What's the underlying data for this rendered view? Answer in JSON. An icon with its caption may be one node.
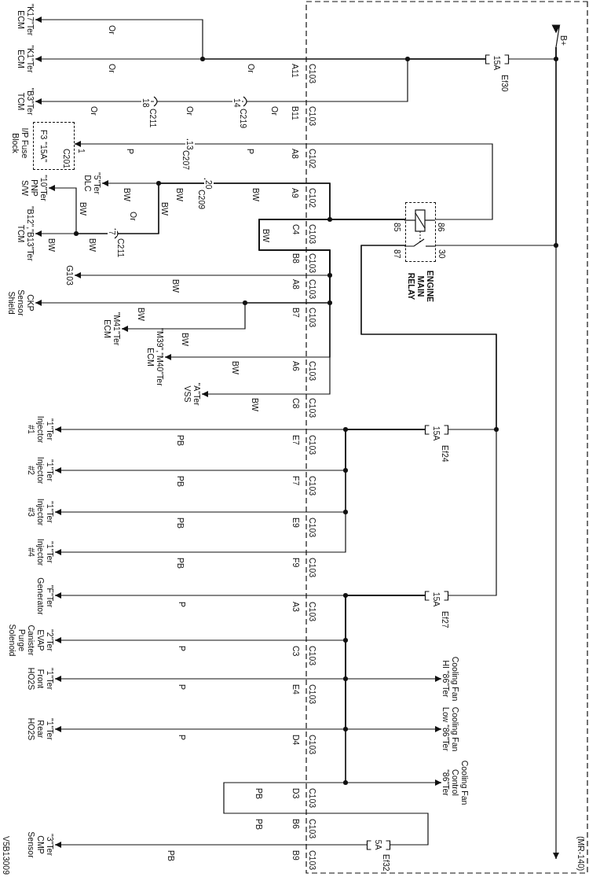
{
  "diagram": {
    "nodes": [
      {
        "text": [
          "B+"
        ]
      },
      {
        "text": [
          "15A"
        ],
        "beside": [
          "Ef30"
        ]
      },
      {
        "text": [
          "\"K17\"Ter ECM"
        ]
      },
      {
        "text": [
          "\"K1\"Ter ECM"
        ]
      },
      {
        "text": [
          "\"B3\"Ter TCM"
        ]
      },
      {
        "text": [
          "F3 \"15A\"",
          "C201"
        ],
        "beside": [
          "I/P Fuse Block",
          "1"
        ]
      },
      {
        "text": [
          "\"5\"Ter DLC"
        ]
      },
      {
        "text": [
          "\"10\"Ter PNP S/W"
        ]
      },
      {
        "text": [
          "\"B12\",\"B13\"Ter TCM"
        ]
      },
      {
        "text": [],
        "shape": "box",
        "beside": [
          "85",
          "86",
          "87",
          "30",
          "ENGINE MAIN RELAY"
        ]
      },
      {
        "text": [
          "G103"
        ]
      },
      {
        "text": [
          "CKP Sensor Shield"
        ]
      },
      {
        "text": [
          "\"M41\"Ter ECM"
        ]
      },
      {
        "text": [
          "\"M39\",\"M40\"Ter ECM"
        ]
      },
      {
        "text": [
          "\"A\"Ter VSS"
        ]
      },
      {
        "text": [
          "15A"
        ],
        "beside": [
          "Ef24"
        ]
      },
      {
        "text": [
          "\"1\"Ter Injector #1"
        ]
      },
      {
        "text": [
          "\"1\"Ter Injector #2"
        ]
      },
      {
        "text": [
          "\"1\"Ter Injector #3"
        ]
      },
      {
        "text": [
          "\"1\"Ter Injector #4"
        ]
      },
      {
        "text": [
          "15A"
        ],
        "beside": [
          "Ef27"
        ]
      },
      {
        "text": [
          "\"F\"Ter Generator"
        ]
      },
      {
        "text": [
          "\"2\"Ter EVAP Canister Purge Solenoid"
        ]
      },
      {
        "text": [
          "\"1\"Ter Front HO2S"
        ]
      },
      {
        "text": [
          "Cooling Fan HI \"86\"Ter"
        ]
      },
      {
        "text": [
          "\"1\"Ter Rear HO2S"
        ]
      },
      {
        "text": [
          "Cooling Fan Low \"86\"Ter"
        ]
      },
      {
        "text": [
          "Cooling Fan Control \"86\"Ter"
        ]
      },
      {
        "text": [
          "5A"
        ],
        "beside": [
          "Ef32"
        ]
      },
      {
        "text": [
          "\"3\"Ter CMP Sensor"
        ]
      }
    ],
    "edges": [
      {
        "from": 0,
        "to": null,
        "arrow": "to"
      },
      {
        "from": 0,
        "to": 1,
        "arrow": "none"
      },
      {
        "from": 1,
        "to": 3,
        "arrow": "to"
      },
      {
        "from": 1,
        "to": 2,
        "arrow": "to"
      },
      {
        "from": 1,
        "to": 4,
        "arrow": "to"
      },
      {
        "from": 9,
        "to": 5,
        "arrow": "to"
      },
      {
        "from": 9,
        "to": 6,
        "arrow": "to"
      },
      {
        "from": 9,
        "to": 7,
        "arrow": "to"
      },
      {
        "from": 9,
        "to": 8,
        "arrow": "to"
      },
      {
        "from": 9,
        "to": 10,
        "arrow": "to"
      },
      {
        "from": 9,
        "to": 11,
        "arrow": "to"
      },
      {
        "from": 9,
        "to": 12,
        "arrow": "to"
      },
      {
        "from": 9,
        "to": 13,
        "arrow": "to"
      },
      {
        "from": 9,
        "to": 14,
        "arrow": "to"
      },
      {
        "from": 0,
        "to": 9,
        "arrow": "none"
      },
      {
        "from": 9,
        "to": 15,
        "arrow": "none"
      },
      {
        "from": 9,
        "to": 20,
        "arrow": "none"
      },
      {
        "from": 15,
        "to": 16,
        "arrow": "to"
      },
      {
        "from": 15,
        "to": 17,
        "arrow": "to"
      },
      {
        "from": 15,
        "to": 18,
        "arrow": "to"
      },
      {
        "from": 15,
        "to": 19,
        "arrow": "to"
      },
      {
        "from": 20,
        "to": 21,
        "arrow": "to"
      },
      {
        "from": 20,
        "to": 22,
        "arrow": "to"
      },
      {
        "from": 20,
        "to": 23,
        "arrow": "to"
      },
      {
        "from": 20,
        "to": 24,
        "arrow": "to"
      },
      {
        "from": 20,
        "to": 25,
        "arrow": "to"
      },
      {
        "from": 20,
        "to": 26,
        "arrow": "to"
      },
      {
        "from": 20,
        "to": 27,
        "arrow": "to"
      },
      {
        "from": 20,
        "to": 28,
        "arrow": "none"
      },
      {
        "from": 28,
        "to": 29,
        "arrow": "to"
      }
    ],
    "labels": [
      "Or",
      "Or",
      "Or",
      "A11",
      "C103",
      "Or",
      "18",
      "C211",
      "Or",
      "14",
      "C219",
      "Or",
      "B11",
      "C103",
      "P",
      "13",
      "C207",
      "P",
      "A8",
      "C102",
      "BW",
      "BW",
      "20",
      "C209",
      "BW",
      "A9",
      "C102",
      "BW",
      "Or",
      "BW",
      "BW",
      "C4",
      "C103",
      "BW",
      "BW",
      "7",
      "C211",
      "B8",
      "C103",
      "BW",
      "A8",
      "C103",
      "BW",
      "B7",
      "C103",
      "BW",
      "BW",
      "A6",
      "C103",
      "BW",
      "C8",
      "C103",
      "PB",
      "E7",
      "C103",
      "PB",
      "F7",
      "C103",
      "PB",
      "E9",
      "C103",
      "PB",
      "F9",
      "C103",
      "P",
      "A3",
      "C103",
      "P",
      "C3",
      "C103",
      "P",
      "E4",
      "C103",
      "P",
      "D4",
      "C103",
      "PB",
      "D3",
      "C103",
      "PB",
      "B6",
      "C103",
      "PB",
      "B9",
      "C103",
      "V5B13009",
      "(MR-140)"
    ]
  }
}
